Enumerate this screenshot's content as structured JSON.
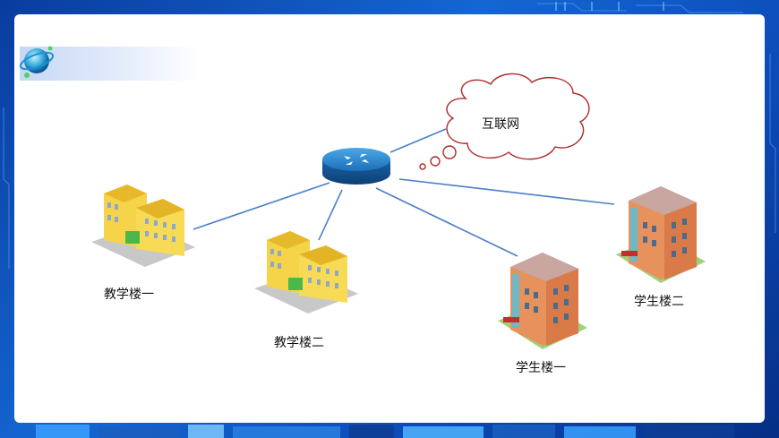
{
  "diagram": {
    "internet_label": "互联网",
    "buildings": {
      "teaching_1": "教学楼一",
      "teaching_2": "教学楼二",
      "student_1": "学生楼一",
      "student_2": "学生楼二"
    }
  },
  "colors": {
    "link_line": "#4a7fc8",
    "cloud_stroke": "#b02a2a",
    "router_blue": "#2a7fc9"
  },
  "icons": [
    "globe-icon",
    "router-icon",
    "cloud-icon",
    "building-icon"
  ]
}
